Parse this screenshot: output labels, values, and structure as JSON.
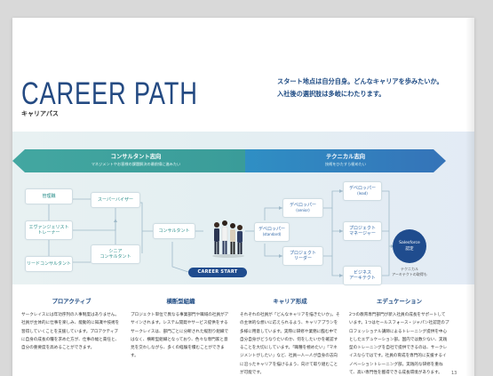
{
  "header": {
    "title": "CAREER PATH",
    "subtitle": "キャリアパス",
    "headline_lines": [
      "スタート地点は自分自身。どんなキャリアを歩みたいか。",
      "入社後の選択肢は多岐にわたります。"
    ]
  },
  "banners": {
    "left": {
      "title": "コンサルタント志向",
      "sub": "マネジメントやお客様の課題解決の最前線に進みたい"
    },
    "right": {
      "title": "テクニカル志向",
      "sub": "技術をひたすら極めたい"
    }
  },
  "consultant_boxes": {
    "manager": "管理職",
    "evangelist": [
      "エヴァンジェリスト",
      "トレーナー"
    ],
    "lead": "リードコンサルタント",
    "supervisor": "スーパーバイザー",
    "senior": [
      "シニア",
      "コンサルタント"
    ],
    "consultant": "コンサルタント"
  },
  "technical_boxes": {
    "dev_lead": [
      "デベロッパー",
      "(lead)"
    ],
    "dev_senior": [
      "デベロッパー",
      "(senior)"
    ],
    "dev_standard": [
      "デベロッパー",
      "(standard)"
    ],
    "pm": [
      "プロジェクト",
      "マネージャー"
    ],
    "pl": [
      "プロジェクト",
      "リーダー"
    ],
    "architect": [
      "ビジネス",
      "アーキテクト"
    ]
  },
  "salesforce": {
    "line1": "Salesforce",
    "line2": "認定",
    "note": "テクニカル\nアーキテクトの取得も"
  },
  "career_start": "CAREER START",
  "columns": [
    {
      "title": "プロアクティブ",
      "text": "サークレイスには年功序列の人事制度はありません。社員が主体的に仕事を楽しみ、能動的に知識や技術を習得していくことを支援しています。プロアクティブに自身の成長の糧を求めた方が、仕事の幅と責任と、自分の重要度を高めることができます。"
    },
    {
      "title": "横断型組織",
      "text": "プロジェクト単位で異なる事業部門や職域の社員がアサインされます。システム開発やサービス提供をするサークレイスは、部門ごとに分断された縦割り組織ではなく、横断型組織となっており、色々な専門家と意見を交わしながら、多くの経験を積むことができます。"
    },
    {
      "title": "キャリア形成",
      "text": "それぞれの社員が「どんなキャリアを描きたいか」。その主体的な想いに応えられるよう、キャリアプランを多様に用意しています。実際に研修や業務に臨む中で自分自身がどうなりたいのか、何をしたいかを確認することを大切にしています。「職種を極めたい」「マネジメントがしたい」など、社員一人一人が自身の志向に沿ったキャリアを描けるよう、向けて取り組むことが可能です。"
    },
    {
      "title": "エデュケーション",
      "text": "2つの教育専門部門が新入社員の成長をサポートしています。1つはセールスフォース・ジャパン社認定のプロフェッショナル講師によるトレーニング提供を中心としたエデュケーション部。国内では数少ない、実践型のトレーニングを自社で提供できるのは、サークレイスならではです。社員の育成を専門的に支援するイノベーショントレーニング部。実践的な研修を重ねて、高い専門性を獲得できる成長環境があります。"
    }
  ],
  "page_number": "13"
}
